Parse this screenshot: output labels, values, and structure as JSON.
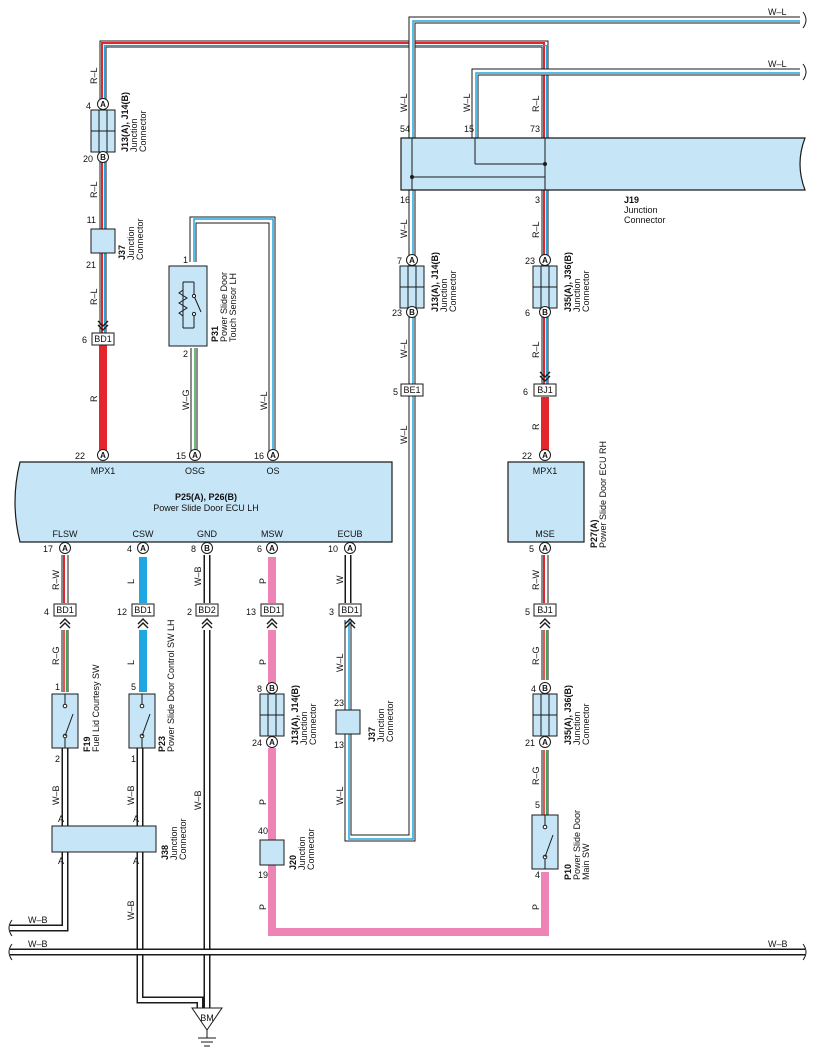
{
  "colors": {
    "box_fill": "#c6e6f7",
    "red": "#e3262e",
    "blue": "#1ea7e1",
    "pink": "#ee83b5",
    "green": "#3fa34d",
    "black": "#1a1a1a"
  },
  "ecu_lh": {
    "title": "P25(A), P26(B)",
    "subtitle": "Power Slide Door ECU LH",
    "terminals_top": [
      {
        "pin": "22",
        "conn": "A",
        "name": "MPX1"
      },
      {
        "pin": "15",
        "conn": "A",
        "name": "OSG"
      },
      {
        "pin": "16",
        "conn": "A",
        "name": "OS"
      }
    ],
    "terminals_bottom": [
      {
        "pin": "17",
        "conn": "A",
        "name": "FLSW"
      },
      {
        "pin": "4",
        "conn": "A",
        "name": "CSW"
      },
      {
        "pin": "8",
        "conn": "B",
        "name": "GND"
      },
      {
        "pin": "6",
        "conn": "A",
        "name": "MSW"
      },
      {
        "pin": "10",
        "conn": "A",
        "name": "ECUB"
      }
    ]
  },
  "ecu_rh": {
    "title": "P27(A)",
    "subtitle": "Power Slide Door ECU RH",
    "top_pin": "22",
    "top_conn": "A",
    "top_name": "MPX1",
    "bottom_pin": "5",
    "bottom_conn": "A",
    "bottom_name": "MSE"
  },
  "j19": {
    "title": "J19",
    "line1": "Junction",
    "line2": "Connector",
    "pins": [
      "54",
      "15",
      "73",
      "16",
      "3"
    ]
  },
  "junction_labels": {
    "j13_j14": "J13(A), J14(B)",
    "j35_j36": "J35(A), J36(B)",
    "j37": "J37",
    "j38": "J38",
    "j20": "J20",
    "line1": "Junction",
    "line2": "Connector"
  },
  "components": {
    "p31": {
      "id": "P31",
      "line1": "Power Slide Door",
      "line2": "Touch Sensor LH",
      "pin_top": "1",
      "pin_bottom": "2"
    },
    "f19": {
      "id": "F19",
      "line1": "Fuel Lid Courtesy SW",
      "pin_top": "1",
      "pin_bottom": "2"
    },
    "p23": {
      "id": "P23",
      "line1": "Power Slide Door Control SW LH",
      "pin_top": "5",
      "pin_bottom": "1"
    },
    "p10": {
      "id": "P10",
      "line1": "Power Slide Door",
      "line2": "Main SW",
      "pin_top": "5",
      "pin_bottom": "4"
    }
  },
  "connectors": {
    "bd1": "BD1",
    "bd2": "BD2",
    "be1": "BE1",
    "bj1": "BJ1"
  },
  "wires": {
    "rl": "R–L",
    "wl": "W–L",
    "wg": "W–G",
    "r": "R",
    "rw": "R–W",
    "l": "L",
    "wb": "W–B",
    "p": "P",
    "w": "W",
    "rg": "R–G"
  },
  "pins": {
    "a": "A",
    "b": "B",
    "j13l_top": "4",
    "j13l_bot": "20",
    "j37t_top": "11",
    "j37t_bot": "21",
    "bd1_left": "6",
    "j13m_top": "7",
    "j13m_bot": "23",
    "be1": "5",
    "j35t_top": "23",
    "j35t_bot": "6",
    "bj1_top": "6",
    "bd1_flsw": "4",
    "bd1_csw": "12",
    "bd2_gnd": "2",
    "bd1_msw": "13",
    "bd1_ecub": "3",
    "bj1_bot": "5",
    "j13b_top": "8",
    "j13b_bot": "24",
    "j37b_top": "23",
    "j37b_bot": "13",
    "j35b_top": "4",
    "j35b_bot": "21",
    "j20_top": "40",
    "j20_bot": "19"
  },
  "ground": "BM"
}
